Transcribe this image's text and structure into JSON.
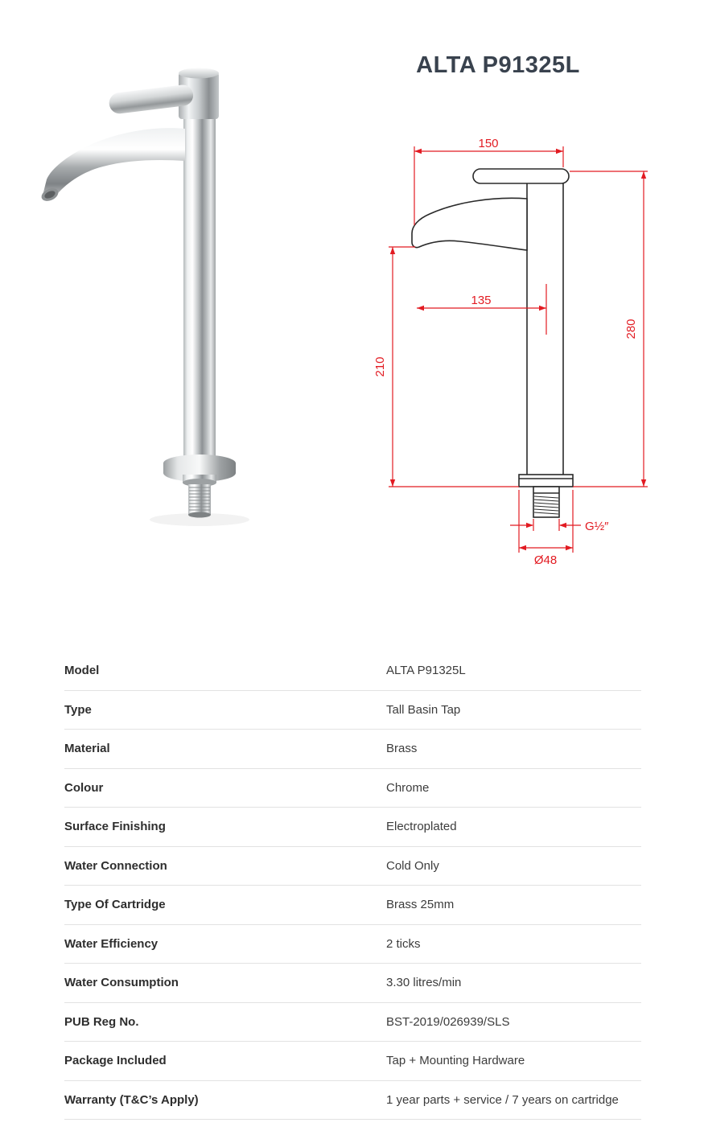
{
  "page": {
    "title": "ALTA P91325L"
  },
  "diagram": {
    "width_150": "150",
    "reach_135": "135",
    "height_210": "210",
    "height_280": "280",
    "thread": "G½″",
    "diameter": "Ø48"
  },
  "specs": [
    {
      "label": "Model",
      "value": "ALTA P91325L"
    },
    {
      "label": "Type",
      "value": "Tall Basin Tap"
    },
    {
      "label": "Material",
      "value": "Brass"
    },
    {
      "label": "Colour",
      "value": "Chrome"
    },
    {
      "label": "Surface Finishing",
      "value": "Electroplated"
    },
    {
      "label": "Water Connection",
      "value": "Cold Only"
    },
    {
      "label": "Type Of Cartridge",
      "value": "Brass 25mm"
    },
    {
      "label": "Water Efficiency",
      "value": "2 ticks"
    },
    {
      "label": "Water Consumption",
      "value": "3.30 litres/min"
    },
    {
      "label": "PUB Reg No.",
      "value": "BST-2019/026939/SLS"
    },
    {
      "label": "Package Included",
      "value": "Tap + Mounting Hardware"
    },
    {
      "label": "Warranty (T&C’s Apply)",
      "value": "1 year parts + service / 7 years on cartridge"
    }
  ]
}
